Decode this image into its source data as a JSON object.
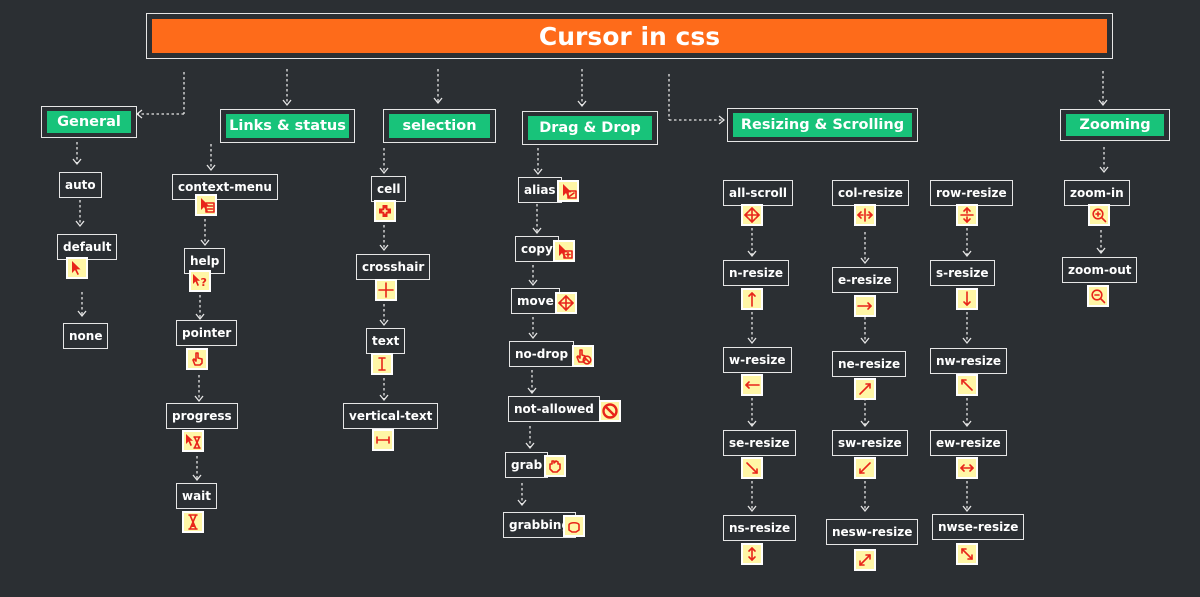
{
  "title": "Cursor in css",
  "categories": [
    {
      "id": "general",
      "label": "General",
      "items": [
        {
          "name": "auto",
          "icon": ""
        },
        {
          "name": "default",
          "icon": "arrow-pointer-icon"
        },
        {
          "name": "none",
          "icon": ""
        }
      ]
    },
    {
      "id": "links",
      "label": "Links & status",
      "items": [
        {
          "name": "context-menu",
          "icon": "context-menu-icon"
        },
        {
          "name": "help",
          "icon": "help-icon"
        },
        {
          "name": "pointer",
          "icon": "hand-pointer-icon"
        },
        {
          "name": "progress",
          "icon": "progress-icon"
        },
        {
          "name": "wait",
          "icon": "hourglass-icon"
        }
      ]
    },
    {
      "id": "selection",
      "label": "selection",
      "items": [
        {
          "name": "cell",
          "icon": "cell-icon"
        },
        {
          "name": "crosshair",
          "icon": "crosshair-icon"
        },
        {
          "name": "text",
          "icon": "text-ibeam-icon"
        },
        {
          "name": "vertical-text",
          "icon": "vertical-text-icon"
        }
      ]
    },
    {
      "id": "dragdrop",
      "label": "Drag & Drop",
      "items": [
        {
          "name": "alias",
          "icon": "alias-icon"
        },
        {
          "name": "copy",
          "icon": "copy-icon"
        },
        {
          "name": "move",
          "icon": "move-icon"
        },
        {
          "name": "no-drop",
          "icon": "no-drop-icon"
        },
        {
          "name": "not-allowed",
          "icon": "not-allowed-icon"
        },
        {
          "name": "grab",
          "icon": "grab-hand-icon"
        },
        {
          "name": "grabbing",
          "icon": "grabbing-hand-icon"
        }
      ]
    },
    {
      "id": "resizing",
      "label": "Resizing & Scrolling",
      "columns": [
        [
          {
            "name": "all-scroll",
            "icon": "all-scroll-icon"
          },
          {
            "name": "n-resize",
            "icon": "arrow-up-icon"
          },
          {
            "name": "w-resize",
            "icon": "arrow-left-icon"
          },
          {
            "name": "se-resize",
            "icon": "arrow-down-right-icon"
          },
          {
            "name": "ns-resize",
            "icon": "arrow-up-down-icon"
          }
        ],
        [
          {
            "name": "col-resize",
            "icon": "col-resize-icon"
          },
          {
            "name": "e-resize",
            "icon": "arrow-right-icon"
          },
          {
            "name": "ne-resize",
            "icon": "arrow-up-right-icon"
          },
          {
            "name": "sw-resize",
            "icon": "arrow-down-left-icon"
          },
          {
            "name": "nesw-resize",
            "icon": "arrow-nesw-icon"
          }
        ],
        [
          {
            "name": "row-resize",
            "icon": "row-resize-icon"
          },
          {
            "name": "s-resize",
            "icon": "arrow-down-icon"
          },
          {
            "name": "nw-resize",
            "icon": "arrow-up-left-icon"
          },
          {
            "name": "ew-resize",
            "icon": "arrow-left-right-icon"
          },
          {
            "name": "nwse-resize",
            "icon": "arrow-nwse-icon"
          }
        ]
      ]
    },
    {
      "id": "zooming",
      "label": "Zooming",
      "items": [
        {
          "name": "zoom-in",
          "icon": "zoom-in-icon"
        },
        {
          "name": "zoom-out",
          "icon": "zoom-out-icon"
        }
      ]
    }
  ],
  "colors": {
    "background": "#2b2f33",
    "title_bar": "#fe6b1a",
    "category_label": "#18c37a",
    "line": "#e6e6e6",
    "icon_bg": "#fff6a6",
    "icon_glyph": "#e8241a"
  }
}
